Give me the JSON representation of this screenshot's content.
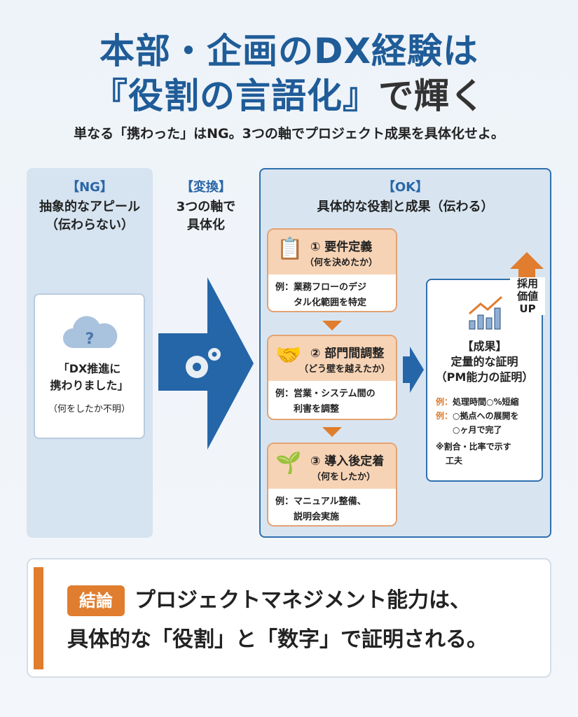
{
  "title": {
    "line1": "本部・企画のDX経験は",
    "line2_highlight": "『役割の言語化』",
    "line2_rest": "で輝く"
  },
  "subtitle": "単なる「携わった」はNG。3つの軸でプロジェクト成果を具体化せよ。",
  "ng": {
    "tag": "【NG】",
    "line1": "抽象的なアピール",
    "line2": "（伝わらない）",
    "quote1": "「DX推進に",
    "quote2": "携わりました」",
    "note": "（何をしたか不明）",
    "icon": "question-cloud-icon"
  },
  "convert": {
    "tag": "【変換】",
    "line1": "3つの軸で",
    "line2": "具体化",
    "icon": "gears-icon"
  },
  "ok": {
    "tag": "【OK】",
    "heading": "具体的な役割と成果（伝わる）",
    "steps": [
      {
        "title": "① 要件定義",
        "sub": "（何を決めたか）",
        "ex1": "例：業務フローのデジ",
        "ex2": "　　タル化範囲を特定",
        "icon": "clipboard-check-icon"
      },
      {
        "title": "② 部門間調整",
        "sub": "（どう壁を越えたか）",
        "ex1": "例：営業・システム間の",
        "ex2": "　　利害を調整",
        "icon": "handshake-icon"
      },
      {
        "title": "③ 導入後定着",
        "sub": "（何をしたか）",
        "ex1": "例：マニュアル整備、",
        "ex2": "　　説明会実施",
        "icon": "plant-hand-icon"
      }
    ],
    "result": {
      "tag": "【成果】",
      "line1": "定量的な証明",
      "line2": "（PM能力の証明）",
      "ex_label": "例：",
      "ex1": "処理時間○%短縮",
      "ex2a": "○拠点への展開を",
      "ex2b": "○ヶ月で完了",
      "note1": "※割合・比率で示す",
      "note2": "工夫",
      "icon": "growth-chart-icon"
    },
    "badge": {
      "l1": "採用",
      "l2": "価値",
      "l3": "UP"
    }
  },
  "conclusion": {
    "tag": "結論",
    "line1": "プロジェクトマネジメント能力は、",
    "line2": "具体的な「役割」と「数字」で証明される。"
  },
  "colors": {
    "blue": "#1f5c98",
    "orange": "#e07d2e"
  }
}
